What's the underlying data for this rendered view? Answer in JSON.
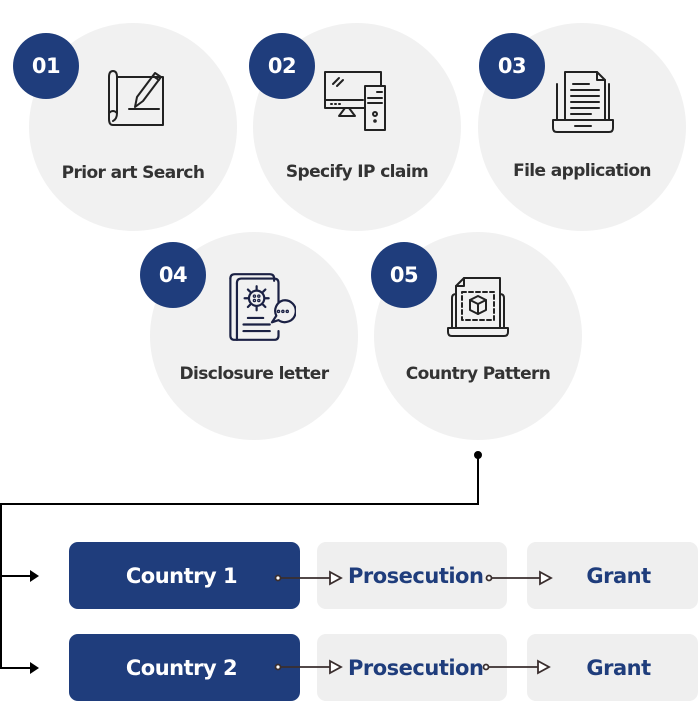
{
  "colors": {
    "badge": "#1f3d7c",
    "circle_bg": "#f1f1f1",
    "step_text": "#333333",
    "box_bg": "#efefef",
    "box_text": "#1f3d7c",
    "connector": "#000000"
  },
  "steps": [
    {
      "number": "01",
      "label": "Prior art Search",
      "icon": "blueprint-pencil-icon"
    },
    {
      "number": "02",
      "label": "Specify IP claim",
      "icon": "desktop-computer-icon"
    },
    {
      "number": "03",
      "label": "File application",
      "icon": "laptop-document-icon"
    },
    {
      "number": "04",
      "label": "Disclosure letter",
      "icon": "document-chat-icon"
    },
    {
      "number": "05",
      "label": "Country Pattern",
      "icon": "laptop-cube-icon"
    }
  ],
  "flows": [
    {
      "country": "Country 1",
      "stage": "Prosecution",
      "result": "Grant"
    },
    {
      "country": "Country 2",
      "stage": "Prosecution",
      "result": "Grant"
    }
  ]
}
